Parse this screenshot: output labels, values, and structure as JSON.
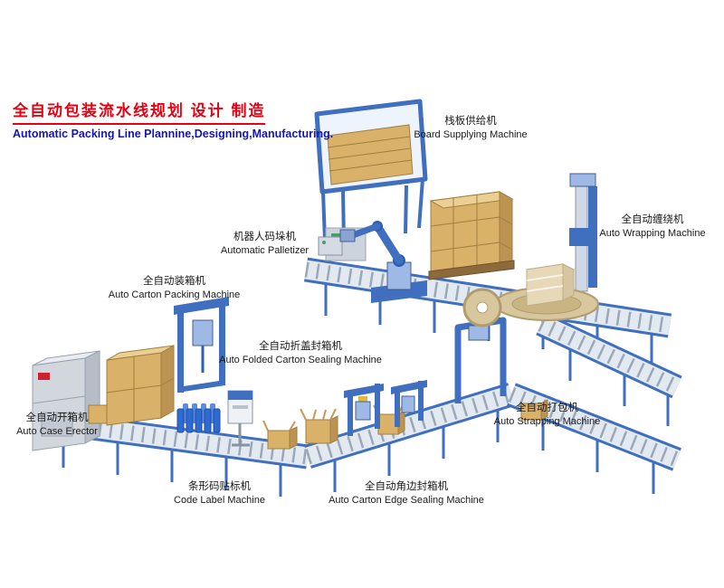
{
  "title": {
    "cn": "全自动包装流水线规划 设计 制造",
    "en": "Automatic Packing Line Plannine,Designing,Manufacturing."
  },
  "labels": {
    "board_supplying": {
      "cn": "栈板供给机",
      "en": "Board Supplying Machine"
    },
    "auto_wrapping": {
      "cn": "全自动缠绕机",
      "en": "Auto Wrapping Machine"
    },
    "palletizer": {
      "cn": "机器人码垛机",
      "en": "Automatic Palletizer"
    },
    "carton_packing": {
      "cn": "全自动装箱机",
      "en": "Auto Carton Packing Machine"
    },
    "folded_sealing": {
      "cn": "全自动折盖封箱机",
      "en": "Auto Folded Carton Sealing Machine"
    },
    "case_erector": {
      "cn": "全自动开箱机",
      "en": "Auto Case Erector"
    },
    "strapping": {
      "cn": "全自动打包机",
      "en": "Auto Strapping Machine"
    },
    "code_label": {
      "cn": "条形码贴标机",
      "en": "Code Label Machine"
    },
    "edge_sealing": {
      "cn": "全自动角边封箱机",
      "en": "Auto Carton Edge Sealing Machine"
    }
  },
  "colors": {
    "title_red": "#e50012",
    "title_blue": "#1414b8",
    "machine_blue": "#3f6fbe",
    "machine_light_blue": "#9fb9e6",
    "carton_tan": "#d9b169",
    "conveyor_gray": "#9aa8b8",
    "turntable_beige": "#d8c69c"
  }
}
